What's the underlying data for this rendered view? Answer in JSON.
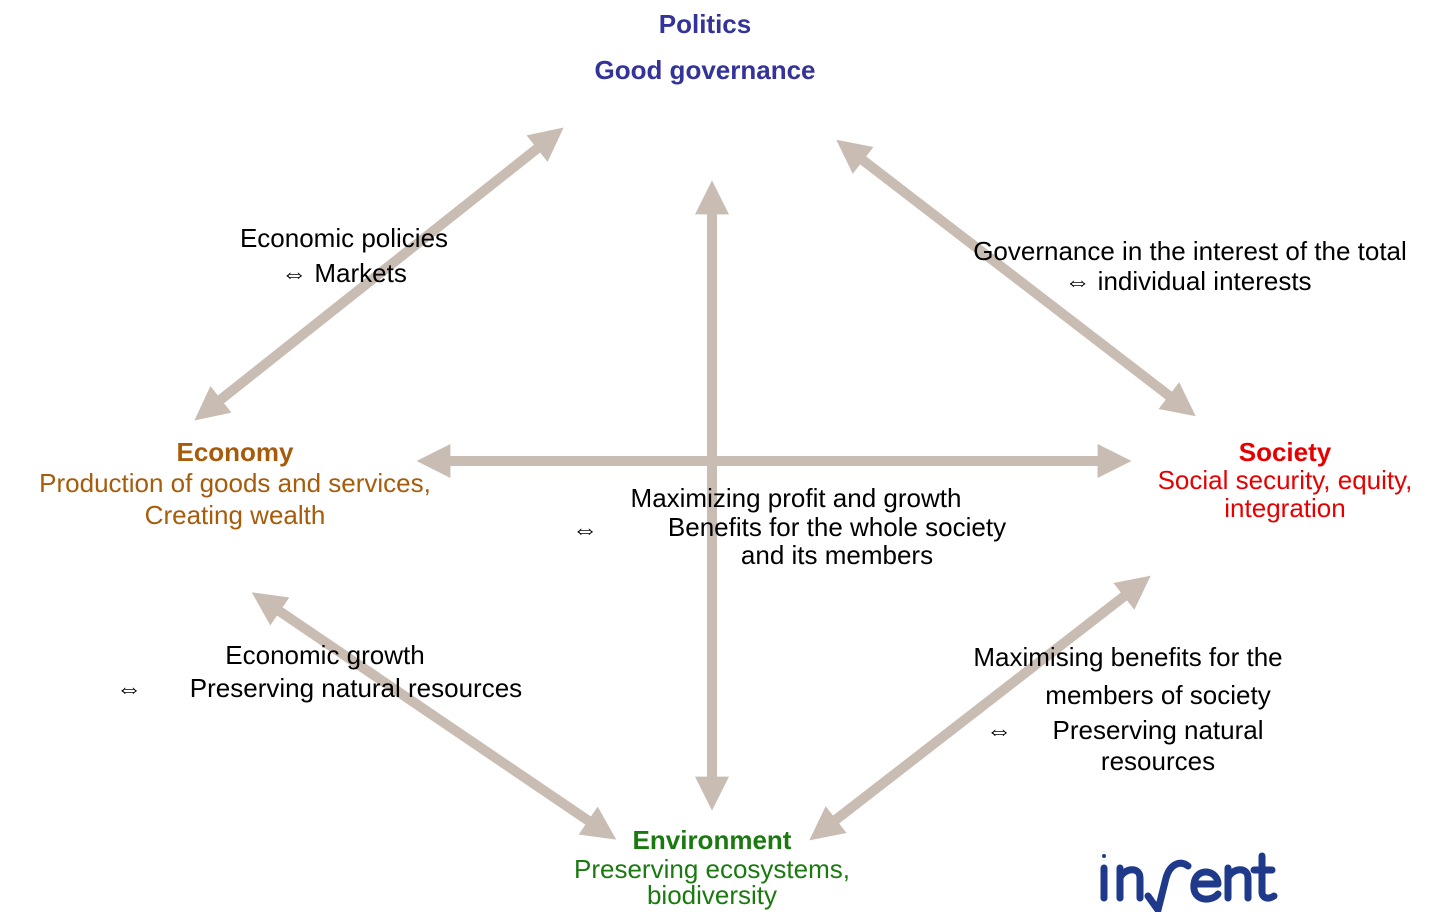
{
  "politics": {
    "title": "Politics",
    "subtitle": "Good governance"
  },
  "economy": {
    "title": "Economy",
    "line1": "Production of goods and services,",
    "line2": "Creating wealth"
  },
  "society": {
    "title": "Society",
    "line1": "Social security, equity,",
    "line2": "integration"
  },
  "environment": {
    "title": "Environment",
    "line1": "Preserving ecosystems,",
    "line2": "biodiversity"
  },
  "relations": {
    "economy_politics": {
      "line1": "Economic policies",
      "line2": "⇔ Markets"
    },
    "politics_society": {
      "line1": "Governance in the interest of the total",
      "line2": "⇔ individual interests"
    },
    "economy_society": {
      "line1": "Maximizing profit and growth",
      "symbol": "⇔",
      "line2": "Benefits for the whole society",
      "line3": "and its members"
    },
    "economy_environment": {
      "line1": "Economic growth",
      "symbol": "⇔",
      "line2": "Preserving natural resources"
    },
    "society_environment": {
      "line1": "Maximising benefits for the",
      "line2": "members of society",
      "symbol": "⇔",
      "line3": "Preserving natural",
      "line4": "resources"
    }
  },
  "logo": {
    "text": "inWent"
  },
  "colors": {
    "arrow": "#c9bdb3",
    "politics": "#333399",
    "economy": "#a65c0b",
    "society": "#e60000",
    "environment": "#1a7a10",
    "logo": "#1f3a8a"
  },
  "icons": {
    "arrow": "double-headed-arrow",
    "equivalence": "left-right-double-arrow"
  }
}
